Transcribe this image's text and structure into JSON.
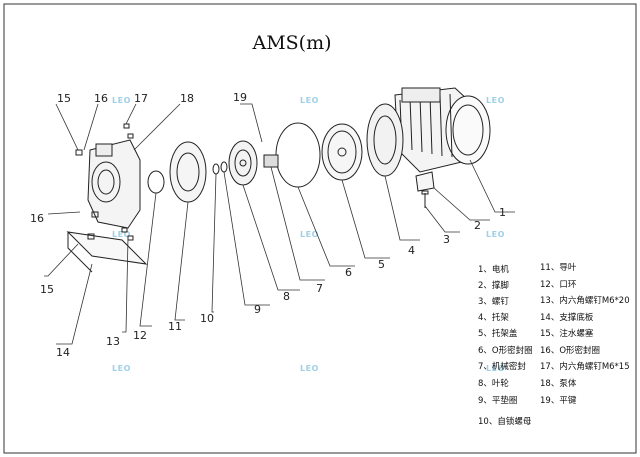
{
  "title": "AMS(m)",
  "watermark": "LEO",
  "callouts": [
    "1",
    "2",
    "3",
    "4",
    "5",
    "6",
    "7",
    "8",
    "9",
    "10",
    "11",
    "12",
    "13",
    "14",
    "15",
    "16",
    "17",
    "18",
    "19",
    "15",
    "16"
  ],
  "legend_left": [
    "1、电机",
    "2、撑脚",
    "3、螺钉",
    "4、托架",
    "5、托架盖",
    "6、O形密封圈",
    "7、机械密封",
    "8、叶轮",
    "9、平垫圈",
    "10、自锁螺母"
  ],
  "legend_right": [
    "11、导叶",
    "12、口环",
    "13、内六角螺钉M6*20",
    "14、支撑底板",
    "15、注水螺塞",
    "16、O形密封圈",
    "17、内六角螺钉M6*15",
    "18、泵体",
    "19、平键"
  ]
}
